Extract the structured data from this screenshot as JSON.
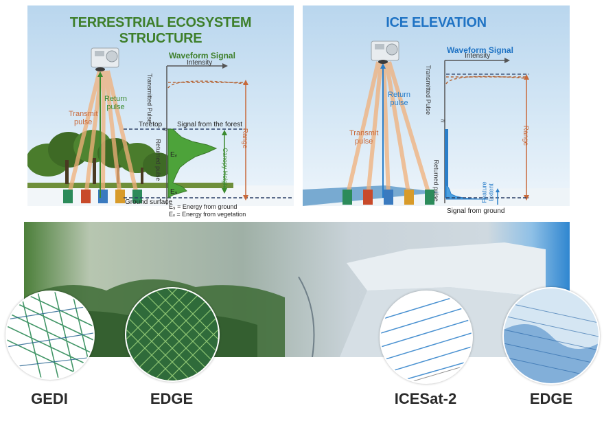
{
  "left_panel": {
    "title": "TERRESTRIAL ECOSYSTEM STRUCTURE",
    "waveform_title": "Waveform Signal",
    "intensity": "Intensity",
    "transmitted_pulse": "Transmitted Pulse",
    "returned_pulse": "Returned pulse",
    "transmit_line1": "Transmit",
    "transmit_line2": "pulse",
    "return_line1": "Return",
    "return_line2": "pulse",
    "treetop": "Treetop",
    "signal_forest": "Signal from the forest",
    "range": "Range",
    "canopy_height": "Canopy Height",
    "ev_mark": "Eᵥ",
    "eg_mark": "E₉",
    "ground_surface": "Ground surface",
    "eg_legend": "E₉ = Energy from ground",
    "ev_legend": "Eᵥ = Energy from vegetation"
  },
  "right_panel": {
    "title": "ICE ELEVATION",
    "waveform_title": "Waveform Signal",
    "intensity": "Intensity",
    "transmitted_pulse": "Transmitted Pulse",
    "returned_pulse": "Returned pulse",
    "transmit_line1": "Transmit",
    "transmit_line2": "pulse",
    "return_line1": "Return",
    "return_line2": "pulse",
    "range": "Range",
    "feature_line1": "Feature",
    "feature_line2": "Extent",
    "signal_ground": "Signal from ground"
  },
  "missions": [
    {
      "name": "GEDI",
      "pattern": "green-crosshatch"
    },
    {
      "name": "EDGE",
      "pattern": "green-swath-mesh"
    },
    {
      "name": "ICESat-2",
      "pattern": "blue-diagonal-tracks"
    },
    {
      "name": "EDGE",
      "pattern": "blue-ice-swath"
    }
  ],
  "colors": {
    "forest_green": "#3e7f2b",
    "ice_blue": "#1f73c4",
    "transmit_orange": "#c8693a",
    "return_green": "#3b8a2e",
    "return_blue": "#2a7ec9"
  }
}
